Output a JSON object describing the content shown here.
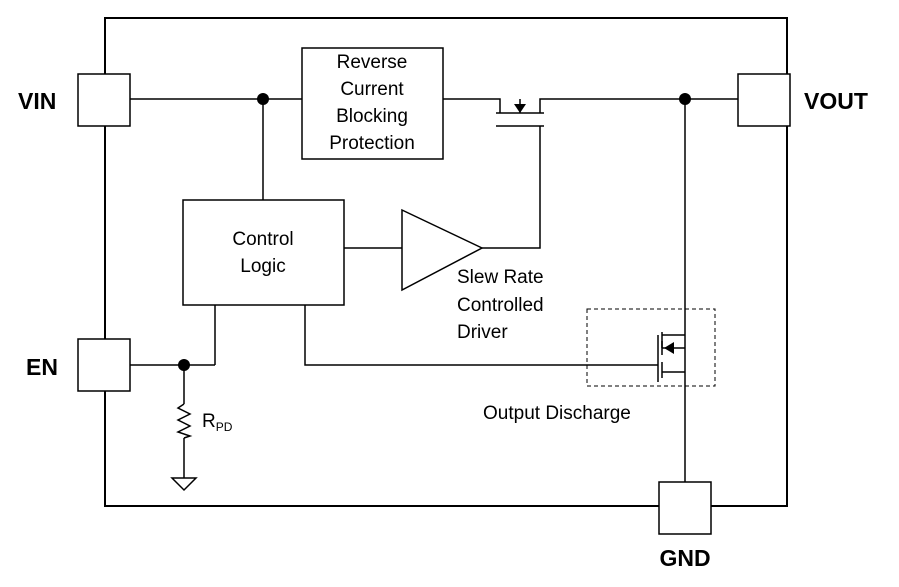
{
  "pins": {
    "vin": "VIN",
    "vout": "VOUT",
    "en": "EN",
    "gnd": "GND"
  },
  "blocks": {
    "reverse_current": [
      "Reverse",
      "Current",
      "Blocking",
      "Protection"
    ],
    "control_logic": [
      "Control",
      "Logic"
    ]
  },
  "labels": {
    "driver": [
      "Slew Rate",
      "Controlled",
      "Driver"
    ],
    "output_discharge": "Output Discharge",
    "resistor_main": "R",
    "resistor_sub": "PD"
  }
}
